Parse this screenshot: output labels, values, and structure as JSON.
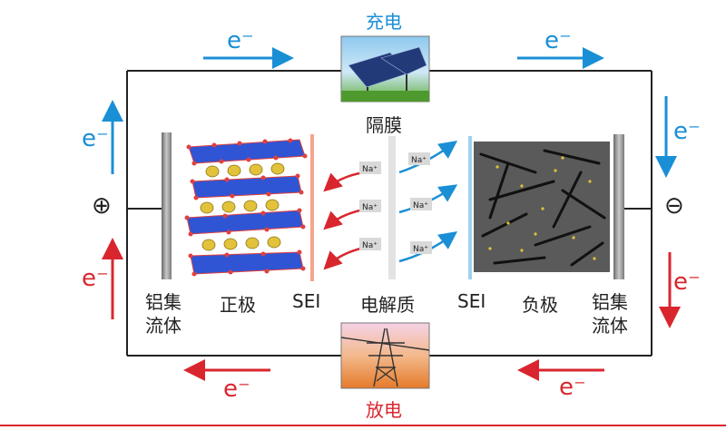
{
  "top_label": "充电",
  "bottom_label": "放电",
  "separator_label": "隔膜",
  "electron": "e⁻",
  "positive_symbol": "⊕",
  "negative_symbol": "⊖",
  "ion": "Na⁺",
  "labels": {
    "left_collector": [
      "铝集",
      "流体"
    ],
    "cathode": "正极",
    "sei_left": "SEI",
    "electrolyte": "电解质",
    "sei_right": "SEI",
    "anode": "负极",
    "right_collector": [
      "铝集",
      "流体"
    ]
  },
  "colors": {
    "charge": "#1a8fd6",
    "discharge": "#d9262e",
    "crystal": "#2f55d4",
    "sodium": "#e2c23a",
    "anode": "#5a5a5a"
  }
}
